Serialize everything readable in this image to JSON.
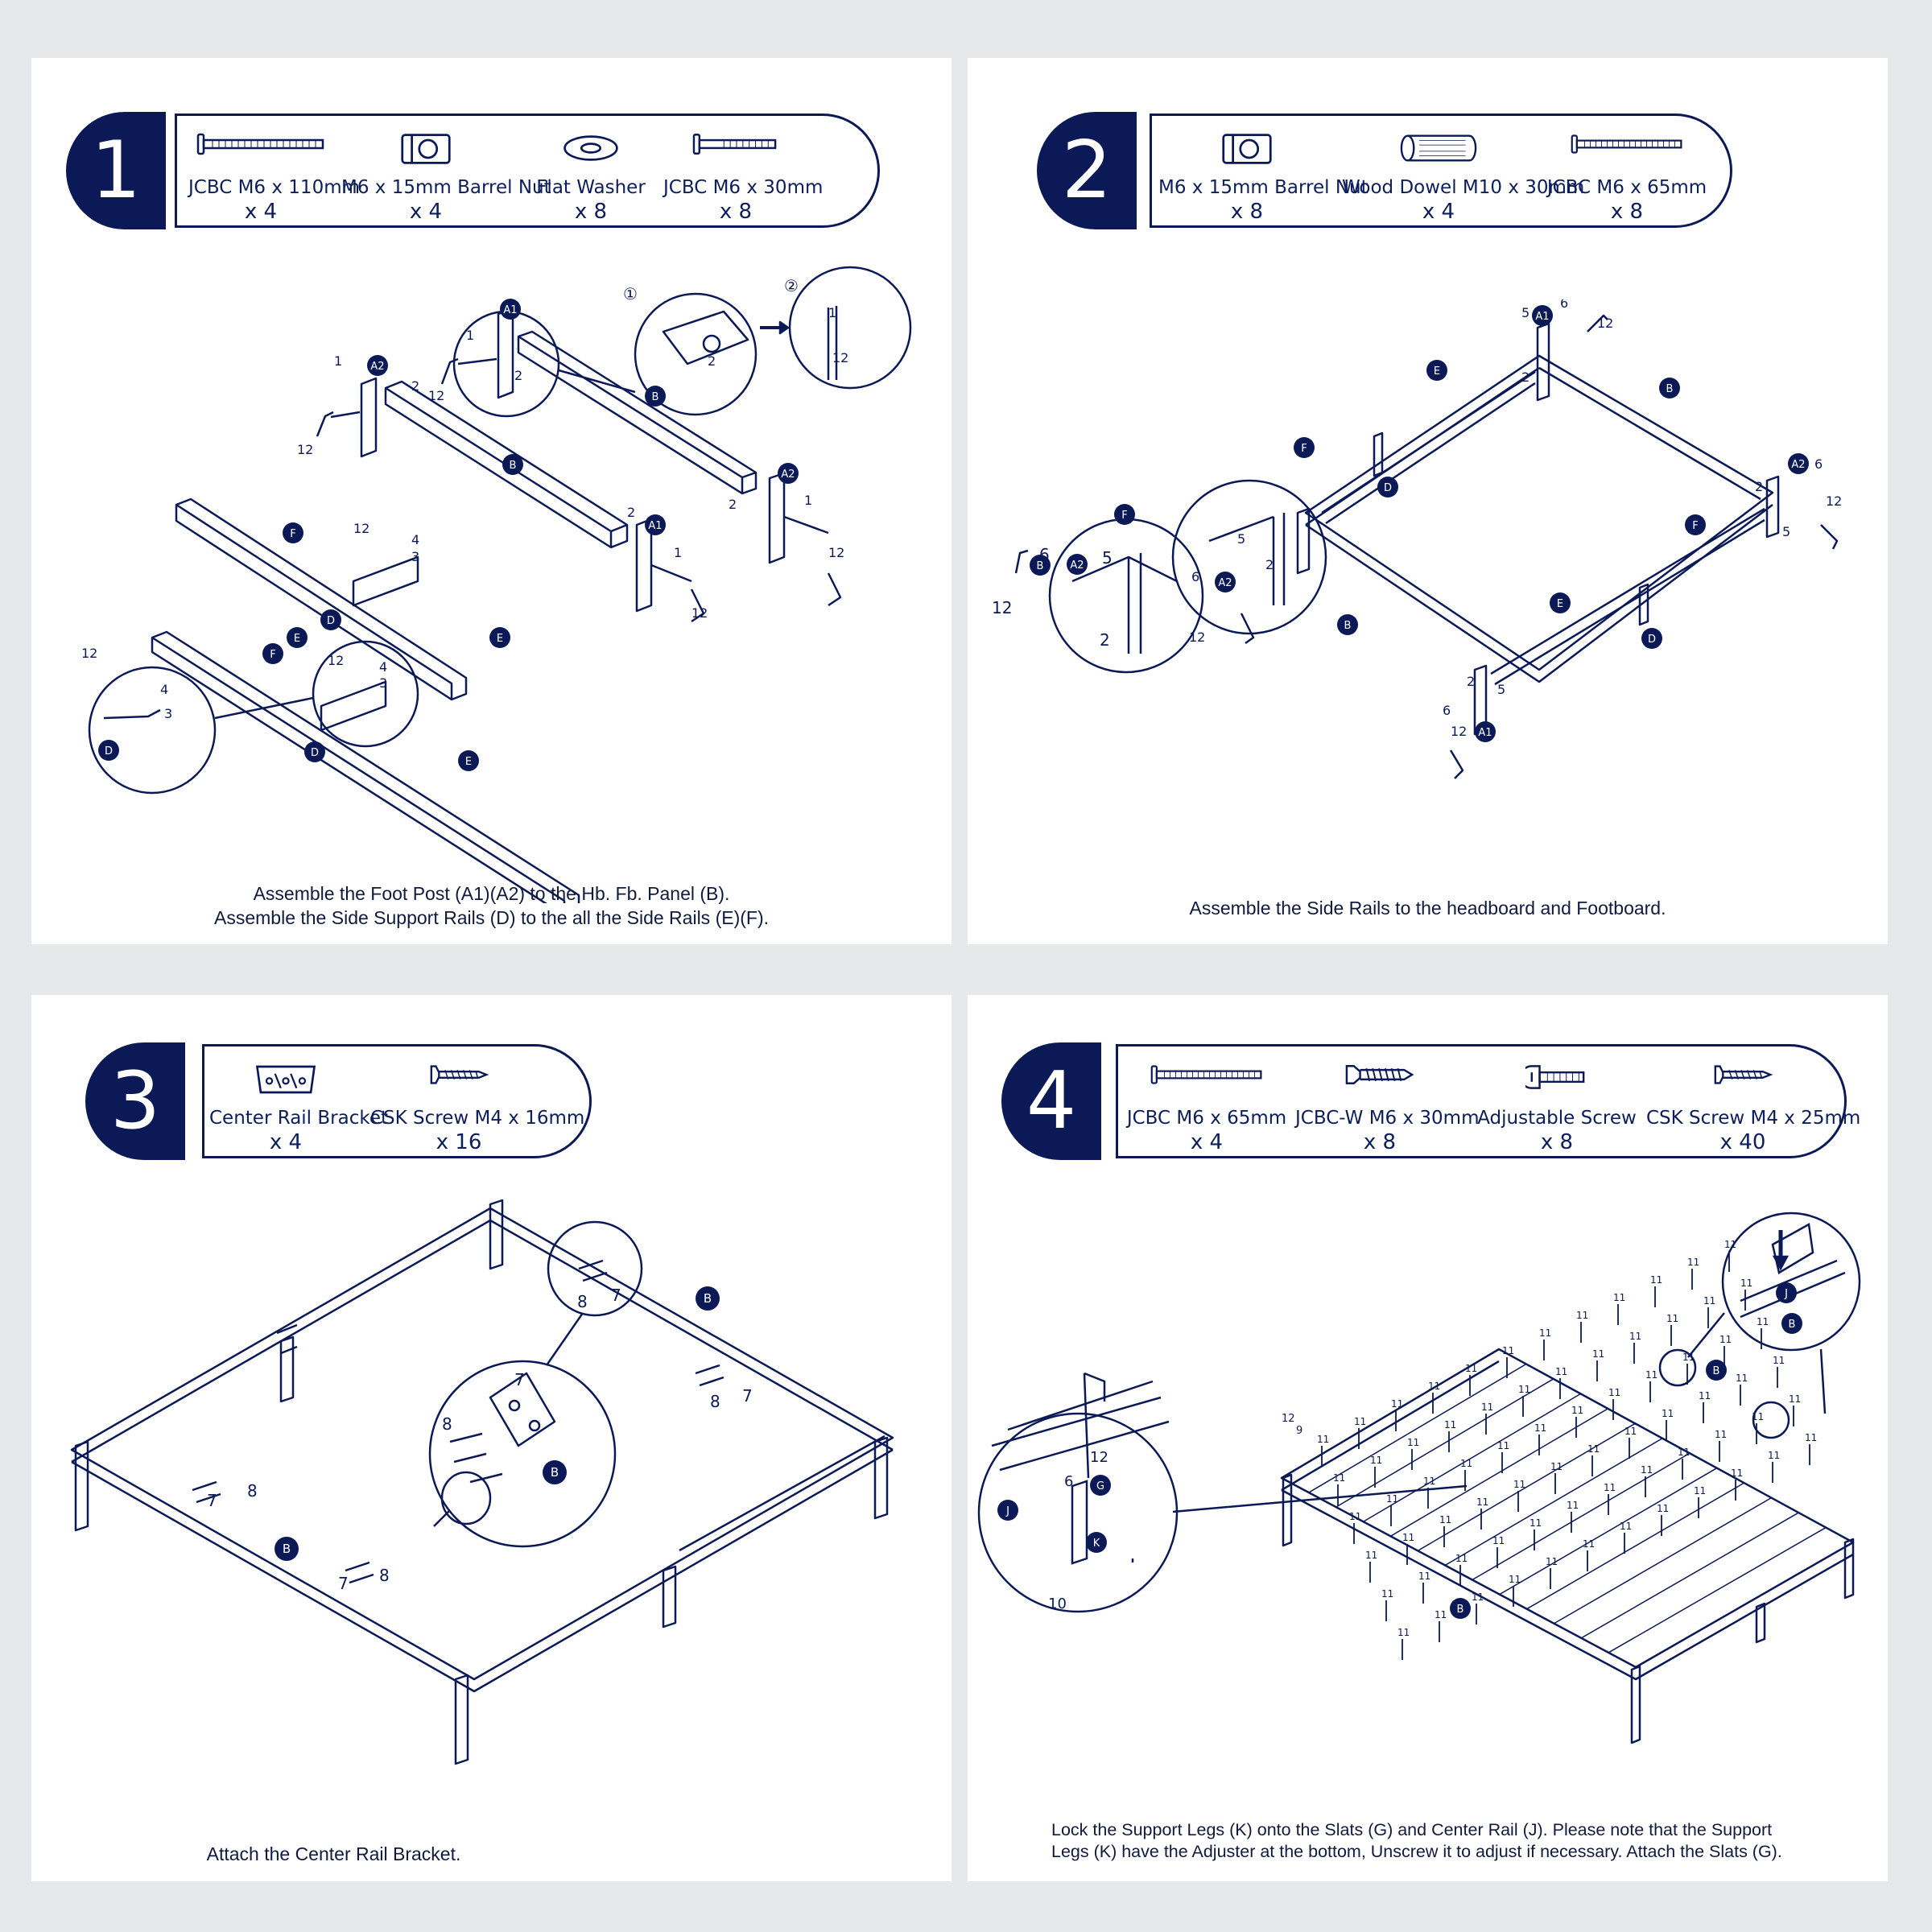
{
  "colors": {
    "navy": "#0b1a56",
    "background": "#e7e8ea",
    "panel": "#ffffff"
  },
  "steps": [
    {
      "number": "1",
      "parts": [
        {
          "name": "JCBC M6 x 110mm",
          "qty": "x 4",
          "icon": "long-bolt-icon"
        },
        {
          "name": "M6 x 15mm Barrel Nut",
          "qty": "x 4",
          "icon": "barrel-nut-icon"
        },
        {
          "name": "Flat Washer",
          "qty": "x 8",
          "icon": "washer-icon"
        },
        {
          "name": "JCBC M6 x 30mm",
          "qty": "x 8",
          "icon": "short-bolt-icon"
        }
      ],
      "labels": {
        "a1": "A1",
        "a2": "A2",
        "b": "B",
        "d": "D",
        "e": "E",
        "f": "F",
        "n1": "1",
        "n2": "2",
        "n3": "3",
        "n4": "4",
        "n12": "12",
        "circ1": "①",
        "circ2": "②"
      },
      "caption": [
        "Assemble the Foot Post (A1)(A2) to the Hb. Fb. Panel (B).",
        "Assemble the Side Support Rails (D) to the all the Side Rails (E)(F)."
      ]
    },
    {
      "number": "2",
      "parts": [
        {
          "name": "M6 x 15mm Barrel Nut",
          "qty": "x 8",
          "icon": "barrel-nut-icon"
        },
        {
          "name": "Wood Dowel M10 x 30mm",
          "qty": "x 4",
          "icon": "wood-dowel-icon"
        },
        {
          "name": "JCBC M6 x 65mm",
          "qty": "x 8",
          "icon": "bolt-icon"
        }
      ],
      "labels": {
        "a1": "A1",
        "a2": "A2",
        "b": "B",
        "d": "D",
        "e": "E",
        "f": "F",
        "n2": "2",
        "n5": "5",
        "n6": "6",
        "n12": "12"
      },
      "caption": [
        "Assemble the Side Rails to the headboard and Footboard."
      ]
    },
    {
      "number": "3",
      "parts": [
        {
          "name": "Center Rail Bracket",
          "qty": "x 4",
          "icon": "bracket-icon"
        },
        {
          "name": "CSK Screw M4 x 16mm",
          "qty": "x 16",
          "icon": "screw-icon"
        }
      ],
      "labels": {
        "b": "B",
        "n7": "7",
        "n8": "8"
      },
      "caption": [
        "Attach the Center Rail Bracket."
      ]
    },
    {
      "number": "4",
      "parts": [
        {
          "name": "JCBC M6 x 65mm",
          "qty": "x 4",
          "icon": "bolt-icon"
        },
        {
          "name": "JCBC-W M6 x 30mm",
          "qty": "x 8",
          "icon": "wood-bolt-icon"
        },
        {
          "name": "Adjustable Screw",
          "qty": "x 8",
          "icon": "adjustable-screw-icon"
        },
        {
          "name": "CSK Screw M4 x 25mm",
          "qty": "x 40",
          "icon": "screw-icon"
        }
      ],
      "labels": {
        "b": "B",
        "g": "G",
        "j": "J",
        "k": "K",
        "n6": "6",
        "n9": "9",
        "n10": "10",
        "n11": "11",
        "n12": "12"
      },
      "caption": [
        "Lock the Support Legs (K) onto the Slats (G) and Center Rail (J). Please note that the Support",
        "Legs (K) have the Adjuster at the bottom, Unscrew it to adjust if necessary. Attach the Slats (G)."
      ]
    }
  ]
}
